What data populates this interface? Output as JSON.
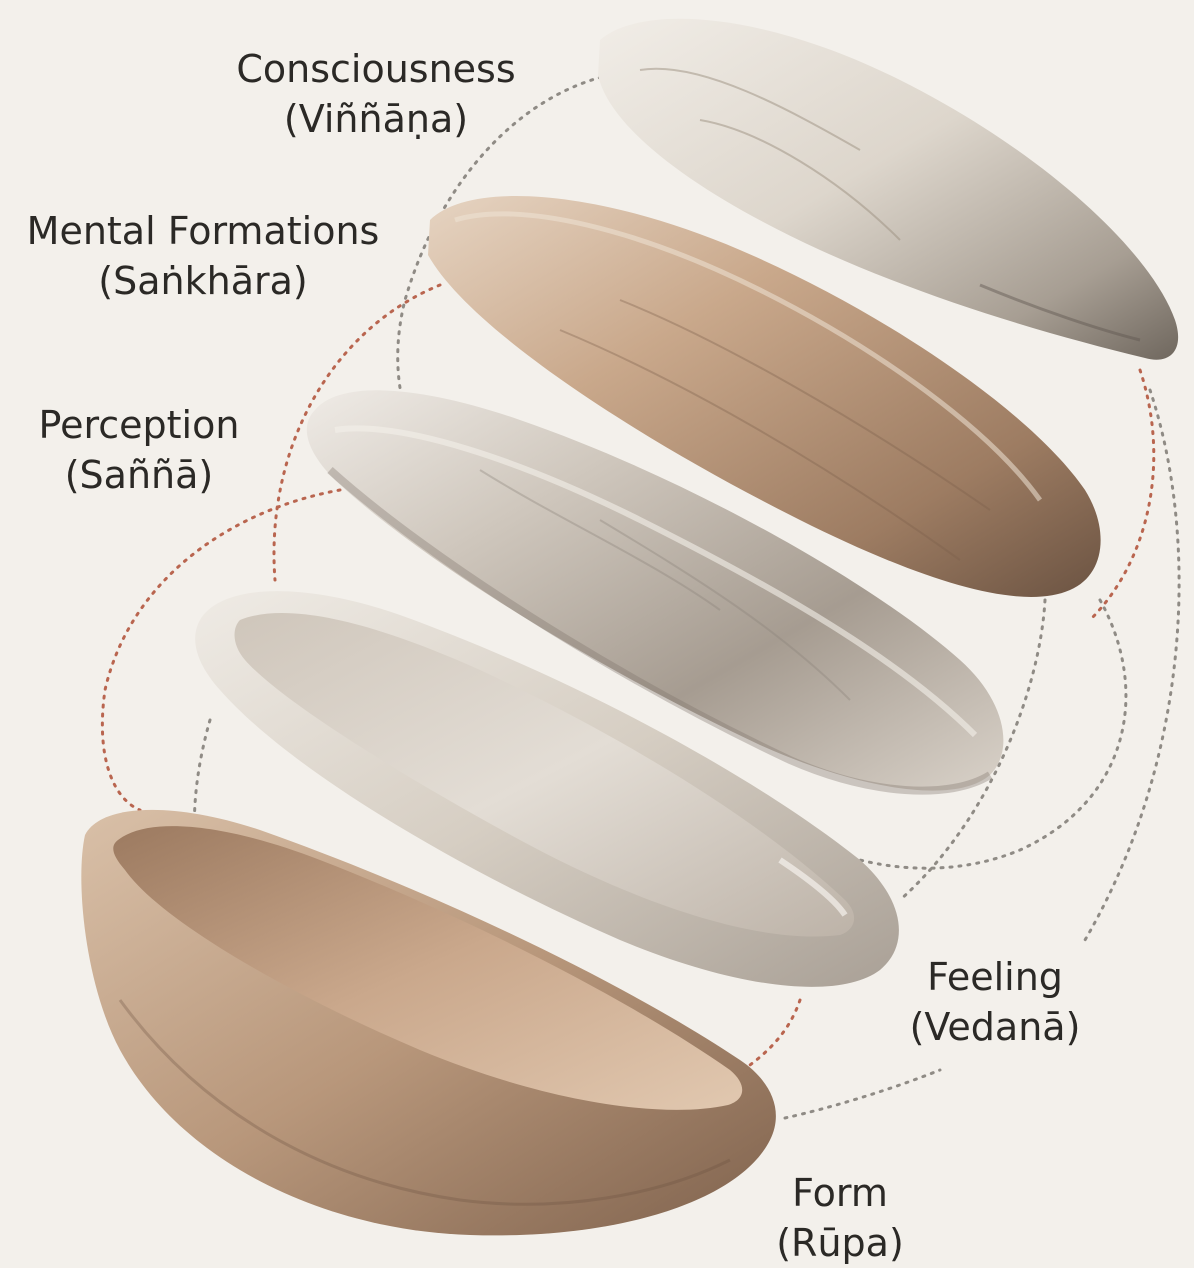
{
  "labels": {
    "consciousness": {
      "name": "Consciousness",
      "pali": "(Viññāṇa)"
    },
    "mental_formations": {
      "name": "Mental Formations",
      "pali": "(Saṅkhāra)"
    },
    "perception": {
      "name": "Perception",
      "pali": "(Saññā)"
    },
    "feeling": {
      "name": "Feeling",
      "pali": "(Vedanā)"
    },
    "form": {
      "name": "Form",
      "pali": "(Rūpa)"
    }
  },
  "colors": {
    "background": "#f3f0eb",
    "text": "#2b2926",
    "dotted_gray": "#8f8b85",
    "dotted_red": "#b9654f",
    "marble_light": "#e4ded6",
    "marble_gray": "#b7aea3",
    "sandstone": "#c6a58a",
    "sandstone_dark": "#8d6f58"
  }
}
